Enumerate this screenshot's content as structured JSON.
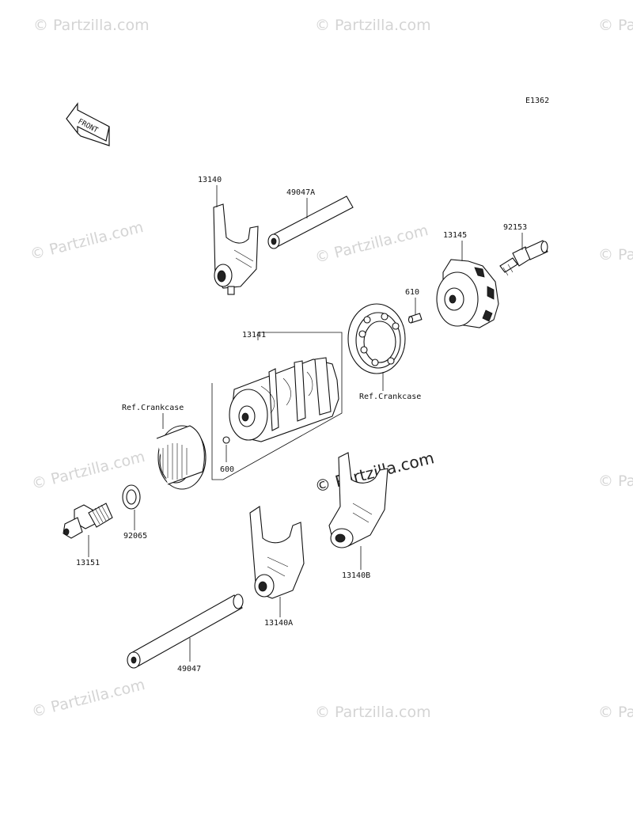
{
  "diagram_code": "E1362",
  "front_arrow_label": "FRONT",
  "watermark_text": "© Partzilla.com",
  "watermark_center_text": "© Partzilla.com",
  "parts": {
    "p13140": "13140",
    "p49047A": "49047A",
    "p13145": "13145",
    "p92153": "92153",
    "p610": "610",
    "p13141": "13141",
    "p_ref_crankcase_right": "Ref.Crankcase",
    "p_ref_crankcase_left": "Ref.Crankcase",
    "p600": "600",
    "p92065": "92065",
    "p13151": "13151",
    "p13140B": "13140B",
    "p13140A": "13140A",
    "p49047": "49047"
  },
  "colors": {
    "line": "#111111",
    "watermark": "#d4d4d4",
    "background": "#ffffff"
  }
}
